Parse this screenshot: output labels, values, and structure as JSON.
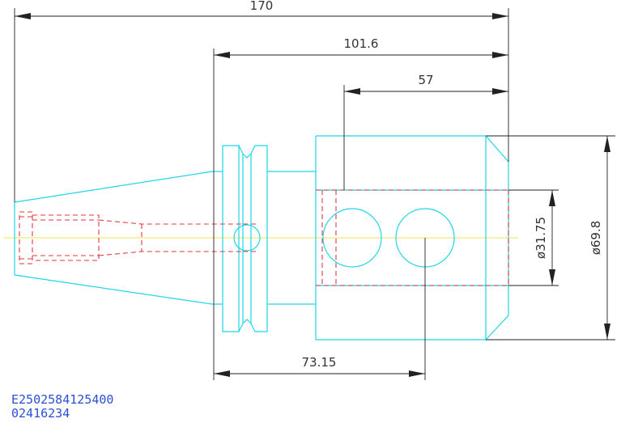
{
  "dimensions": {
    "overall_length": "170",
    "body_length": "101.6",
    "bore_depth": "57",
    "screw_position": "73.15",
    "bore_diameter": "ø31.75",
    "body_diameter": "ø69.8"
  },
  "codes": {
    "line1": "E2502584125400",
    "line2": "02416234"
  },
  "colors": {
    "outline": "#1fd6e6",
    "hidden_lines": "#e0383e",
    "centerline": "#f0e64a",
    "dimensions": "#222222",
    "code_text": "#2a4fd6"
  }
}
